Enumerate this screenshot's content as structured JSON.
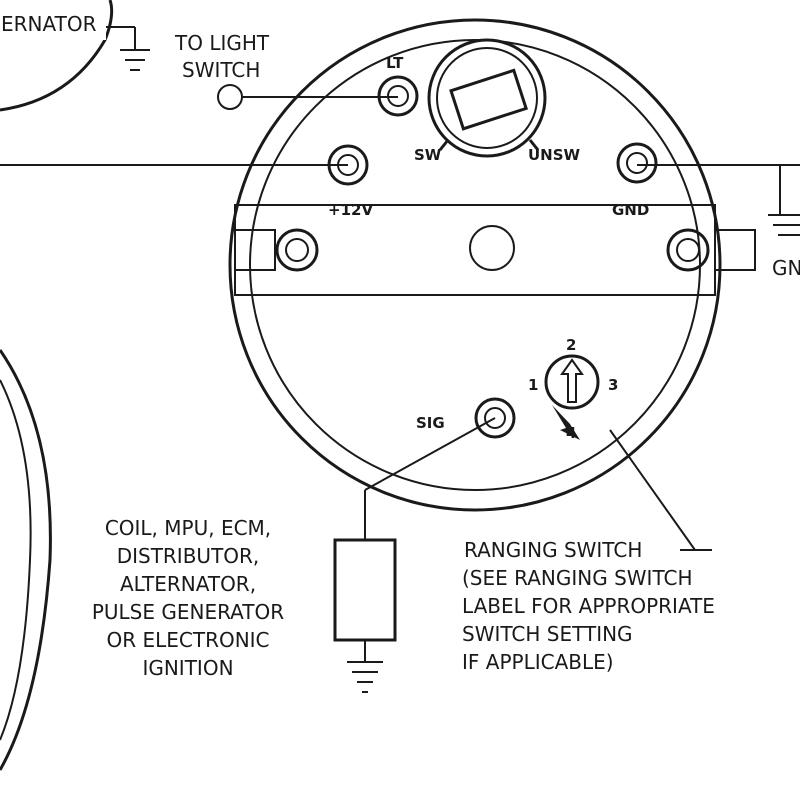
{
  "labels": {
    "alternator_partial": "ERNATOR",
    "to_light": "TO LIGHT",
    "switch": "SWITCH",
    "lt": "LT",
    "sw": "SW",
    "unsw": "UNSW",
    "plus12v": "+12V",
    "gnd": "GND",
    "gn_partial": "GN",
    "sig": "SIG",
    "range_1": "1",
    "range_2": "2",
    "range_3": "3",
    "range_4": "4"
  },
  "sources": {
    "lines": [
      "COIL, MPU, ECM,",
      "DISTRIBUTOR,",
      "ALTERNATOR,",
      "PULSE GENERATOR",
      "OR ELECTRONIC",
      "IGNITION"
    ]
  },
  "ranging": {
    "lines": [
      "RANGING SWITCH",
      "(SEE RANGING SWITCH",
      "LABEL FOR APPROPRIATE",
      "SWITCH SETTING",
      "IF APPLICABLE)"
    ]
  },
  "colors": {
    "ink": "#1a1a1a",
    "background": "#ffffff"
  }
}
